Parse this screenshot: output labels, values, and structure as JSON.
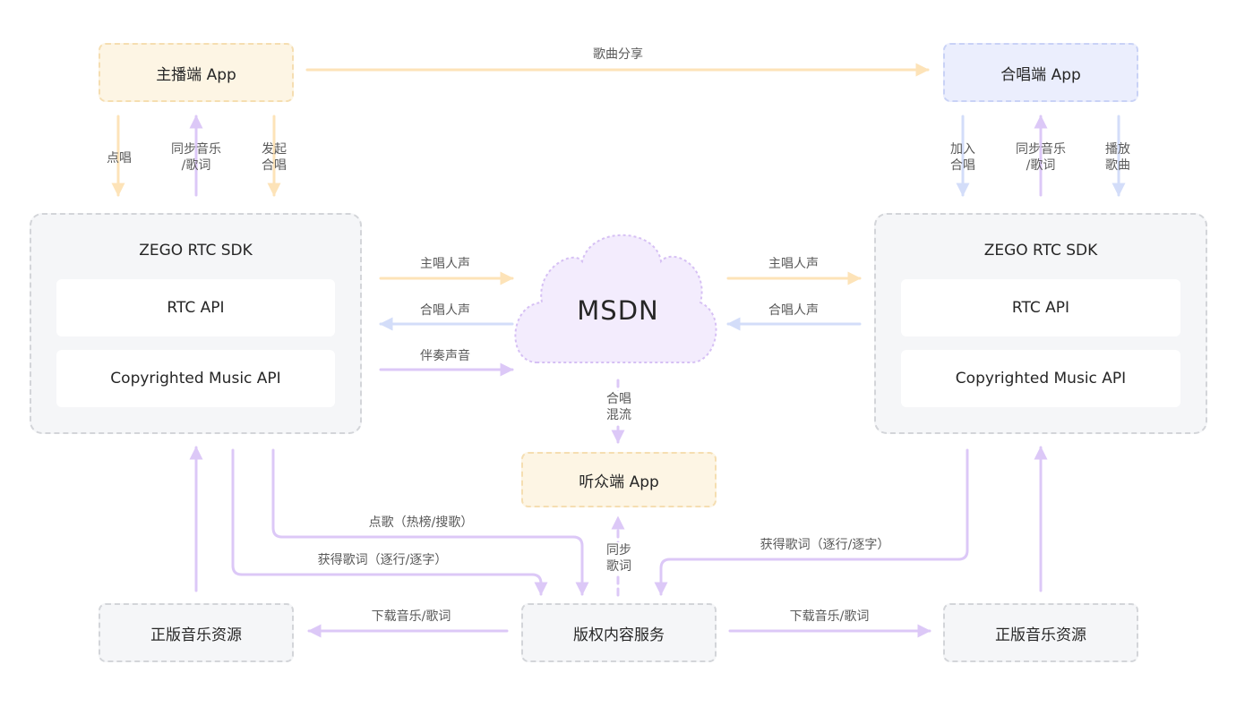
{
  "colors": {
    "orange": "#fde3b8",
    "purple": "#dcc8f7",
    "blue": "#d3ddf9",
    "cloud_fill": "#f3ecfd",
    "cloud_stroke": "#d6c0f4"
  },
  "nodes": {
    "host_app": "主播端 App",
    "chorus_app": "合唱端 App",
    "listener_app": "听众端 App",
    "msdn": "MSDN",
    "copyright_service": "版权内容服务",
    "left_resource": "正版音乐资源",
    "right_resource": "正版音乐资源"
  },
  "left_sdk": {
    "title": "ZEGO RTC SDK",
    "rtc_api": "RTC API",
    "music_api": "Copyrighted Music API"
  },
  "right_sdk": {
    "title": "ZEGO RTC SDK",
    "rtc_api": "RTC API",
    "music_api": "Copyrighted Music API"
  },
  "edges": {
    "song_share": "歌曲分享",
    "host_request": "点唱",
    "host_sync_1": "同步音乐",
    "host_sync_2": "/歌词",
    "host_start_1": "发起",
    "host_start_2": "合唱",
    "chorus_join_1": "加入",
    "chorus_join_2": "合唱",
    "chorus_sync_1": "同步音乐",
    "chorus_sync_2": "/歌词",
    "chorus_play_1": "播放",
    "chorus_play_2": "歌曲",
    "left_lead_voice": "主唱人声",
    "left_chorus_voice": "合唱人声",
    "left_accompaniment": "伴奏声音",
    "right_lead_voice": "主唱人声",
    "right_chorus_voice": "合唱人声",
    "mix_1": "合唱",
    "mix_2": "混流",
    "sync_1": "同步",
    "sync_2": "歌词",
    "left_song_request": "点歌（热榜/搜歌）",
    "left_get_lyrics": "获得歌词（逐行/逐字）",
    "right_get_lyrics": "获得歌词（逐行/逐字）",
    "left_download": "下载音乐/歌词",
    "right_download": "下载音乐/歌词"
  }
}
